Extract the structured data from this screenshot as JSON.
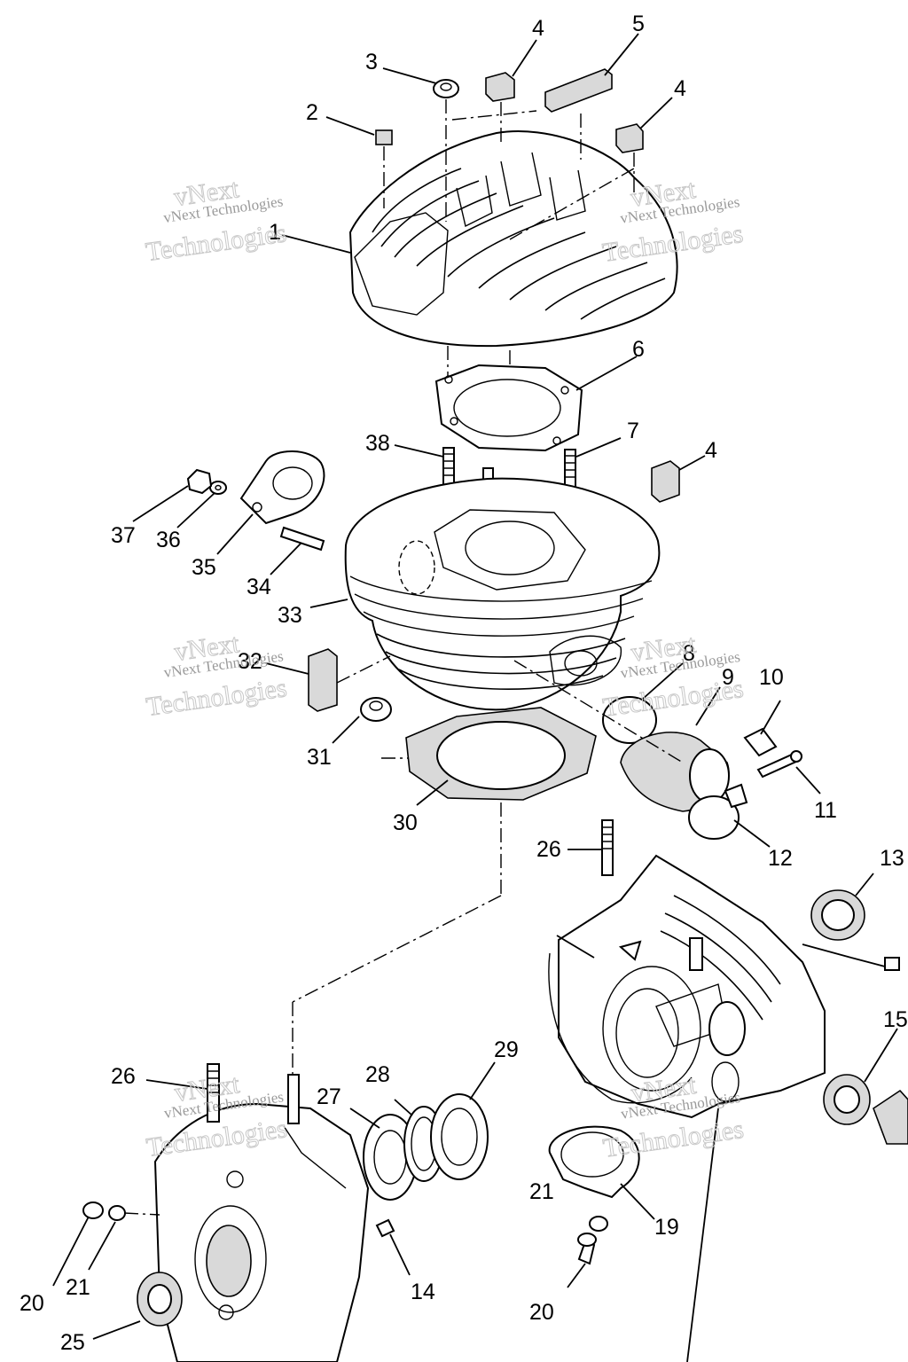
{
  "callouts": {
    "c1": "1",
    "c2": "2",
    "c3": "3",
    "c4a": "4",
    "c4b": "4",
    "c4c": "4",
    "c5": "5",
    "c6": "6",
    "c7": "7",
    "c8": "8",
    "c9": "9",
    "c10": "10",
    "c11": "11",
    "c12": "12",
    "c13": "13",
    "c14": "14",
    "c15": "15",
    "c19": "19",
    "c20a": "20",
    "c20b": "20",
    "c21a": "21",
    "c21b": "21",
    "c25": "25",
    "c26a": "26",
    "c26b": "26",
    "c27": "27",
    "c28": "28",
    "c29": "29",
    "c30": "30",
    "c31": "31",
    "c32": "32",
    "c33": "33",
    "c34": "34",
    "c35": "35",
    "c36": "36",
    "c37": "37",
    "c38": "38"
  },
  "watermark": {
    "line1": "vNext",
    "line2": "vNext Technologies",
    "line3": "Technologies"
  }
}
